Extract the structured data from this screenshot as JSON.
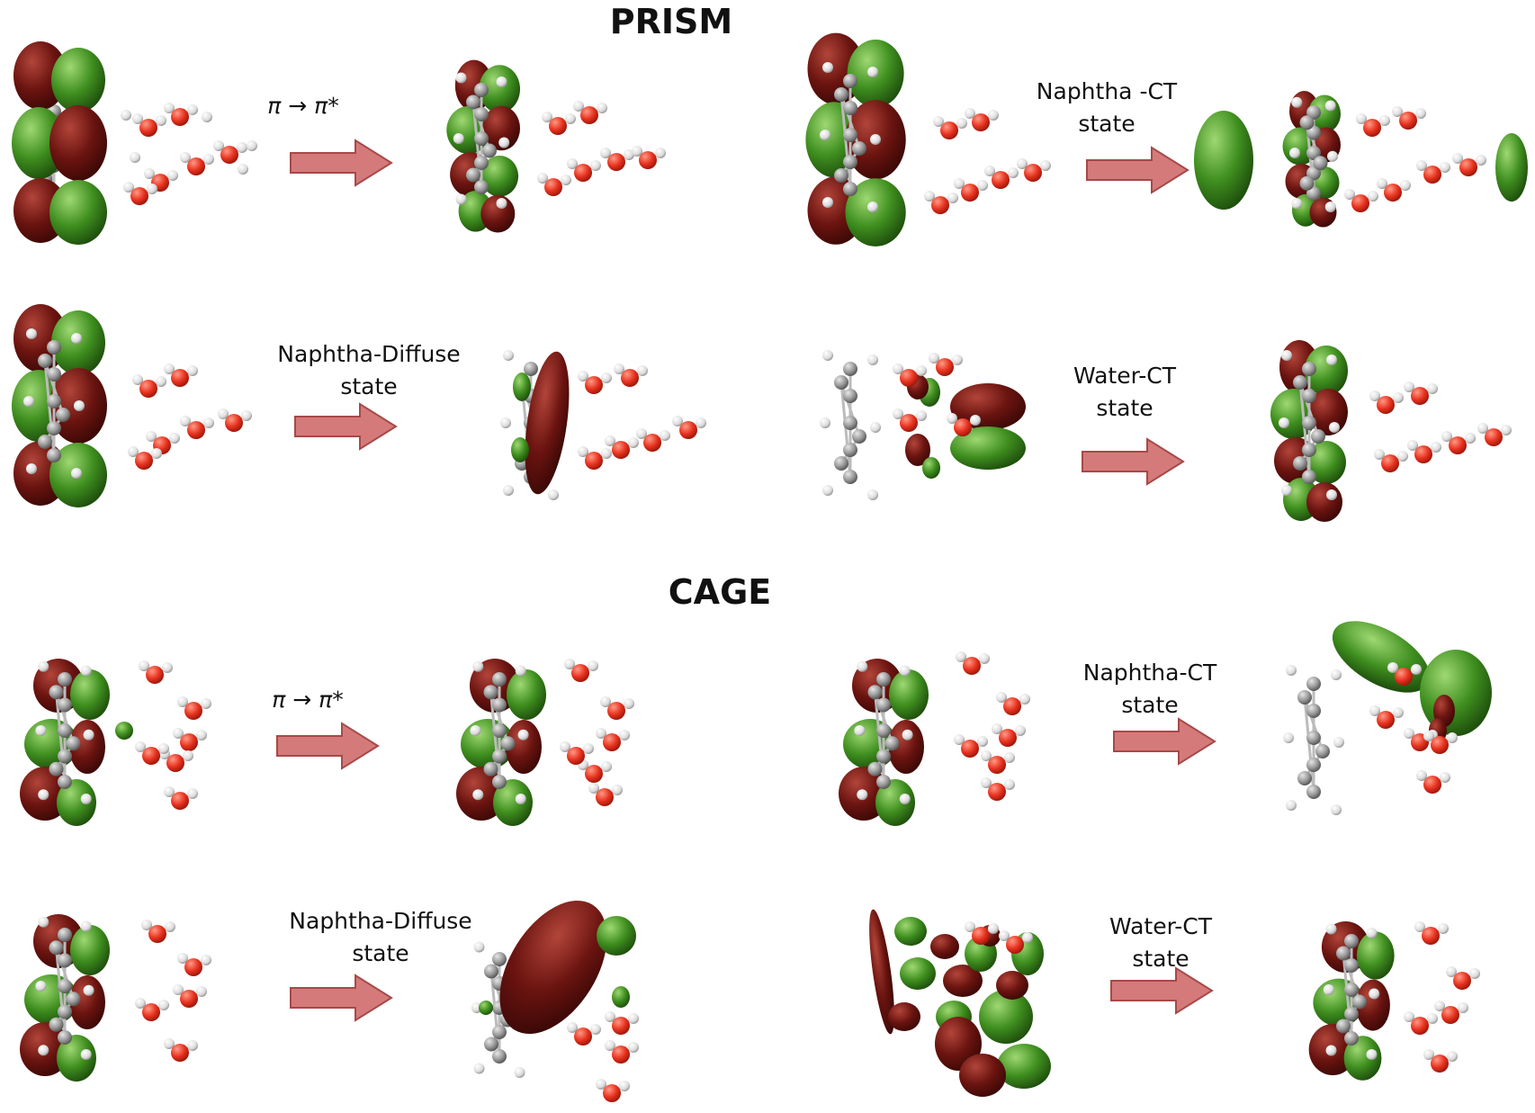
{
  "sections": [
    {
      "title": "PRISM",
      "panels": [
        {
          "label_lines": [
            "π → π*"
          ]
        },
        {
          "label_lines": [
            "Naphtha -CT",
            "state"
          ]
        },
        {
          "label_lines": [
            "Naphtha-Diffuse",
            "state"
          ]
        },
        {
          "label_lines": [
            "Water-CT",
            "state"
          ]
        }
      ]
    },
    {
      "title": "CAGE",
      "panels": [
        {
          "label_lines": [
            "π → π*"
          ]
        },
        {
          "label_lines": [
            "Naphtha-CT",
            "state"
          ]
        },
        {
          "label_lines": [
            "Naphtha-Diffuse",
            "state"
          ]
        },
        {
          "label_lines": [
            "Water-CT",
            "state"
          ]
        }
      ]
    }
  ],
  "colors": {
    "lobe_dark_red": "#6b1410",
    "lobe_green": "#3f8f1f",
    "oxygen": "#e8321f",
    "hydrogen": "#e8e8e8",
    "carbon": "#9a9a9a",
    "arrow_fill": "#d57a7a",
    "arrow_stroke": "#a84848"
  }
}
